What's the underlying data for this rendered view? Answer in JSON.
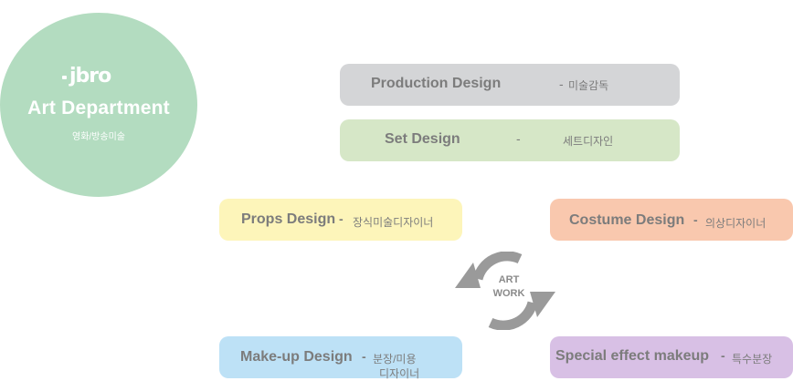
{
  "department": {
    "logo": "jbro",
    "title": "Art Department",
    "subtitle": "영화/방송미술"
  },
  "roles": {
    "production": {
      "name": "Production Design",
      "separator": "-",
      "korean": "미술감독"
    },
    "set": {
      "name": "Set Design",
      "separator": "-",
      "korean": "세트디자인"
    },
    "props": {
      "name": "Props Design",
      "separator": "-",
      "korean": "장식미술디자이너"
    },
    "costume": {
      "name": "Costume Design",
      "separator": "-",
      "korean": "의상디자이너"
    },
    "makeup": {
      "name": "Make-up Design",
      "separator": "-",
      "korean_line1": "분장/미용",
      "korean_line2": "디자이너"
    },
    "special": {
      "name": "Special effect makeup",
      "separator": "-",
      "korean": "특수분장"
    }
  },
  "cycle": {
    "line1": "ART",
    "line2": "WORK"
  },
  "colors": {
    "circle": "#b3dcc0",
    "production": "#d4d5d7",
    "set": "#d6e7c7",
    "props": "#fdf5ba",
    "costume": "#f9c8ae",
    "makeup": "#bde1f6",
    "special": "#d8c0e5",
    "arrows": "#9a9a9a"
  }
}
